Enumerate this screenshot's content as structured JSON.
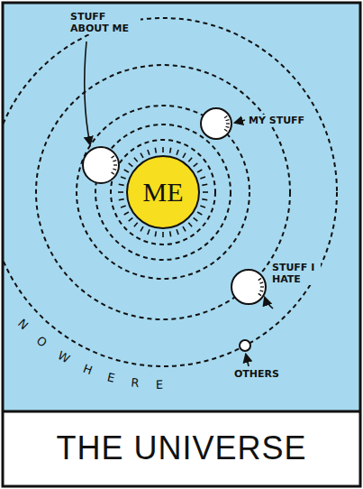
{
  "diagram": {
    "title": "THE UNIVERSE",
    "nodes": [
      {
        "text": [
          "STUFF ABOUT ME"
        ]
      },
      {
        "text": [
          "MY STUFF"
        ]
      },
      {
        "text": [
          "ME"
        ]
      },
      {
        "text": [
          "STUFF I HATE"
        ]
      },
      {
        "text": [
          "OTHERS"
        ]
      }
    ],
    "labels": [
      "NOWHERE"
    ]
  }
}
